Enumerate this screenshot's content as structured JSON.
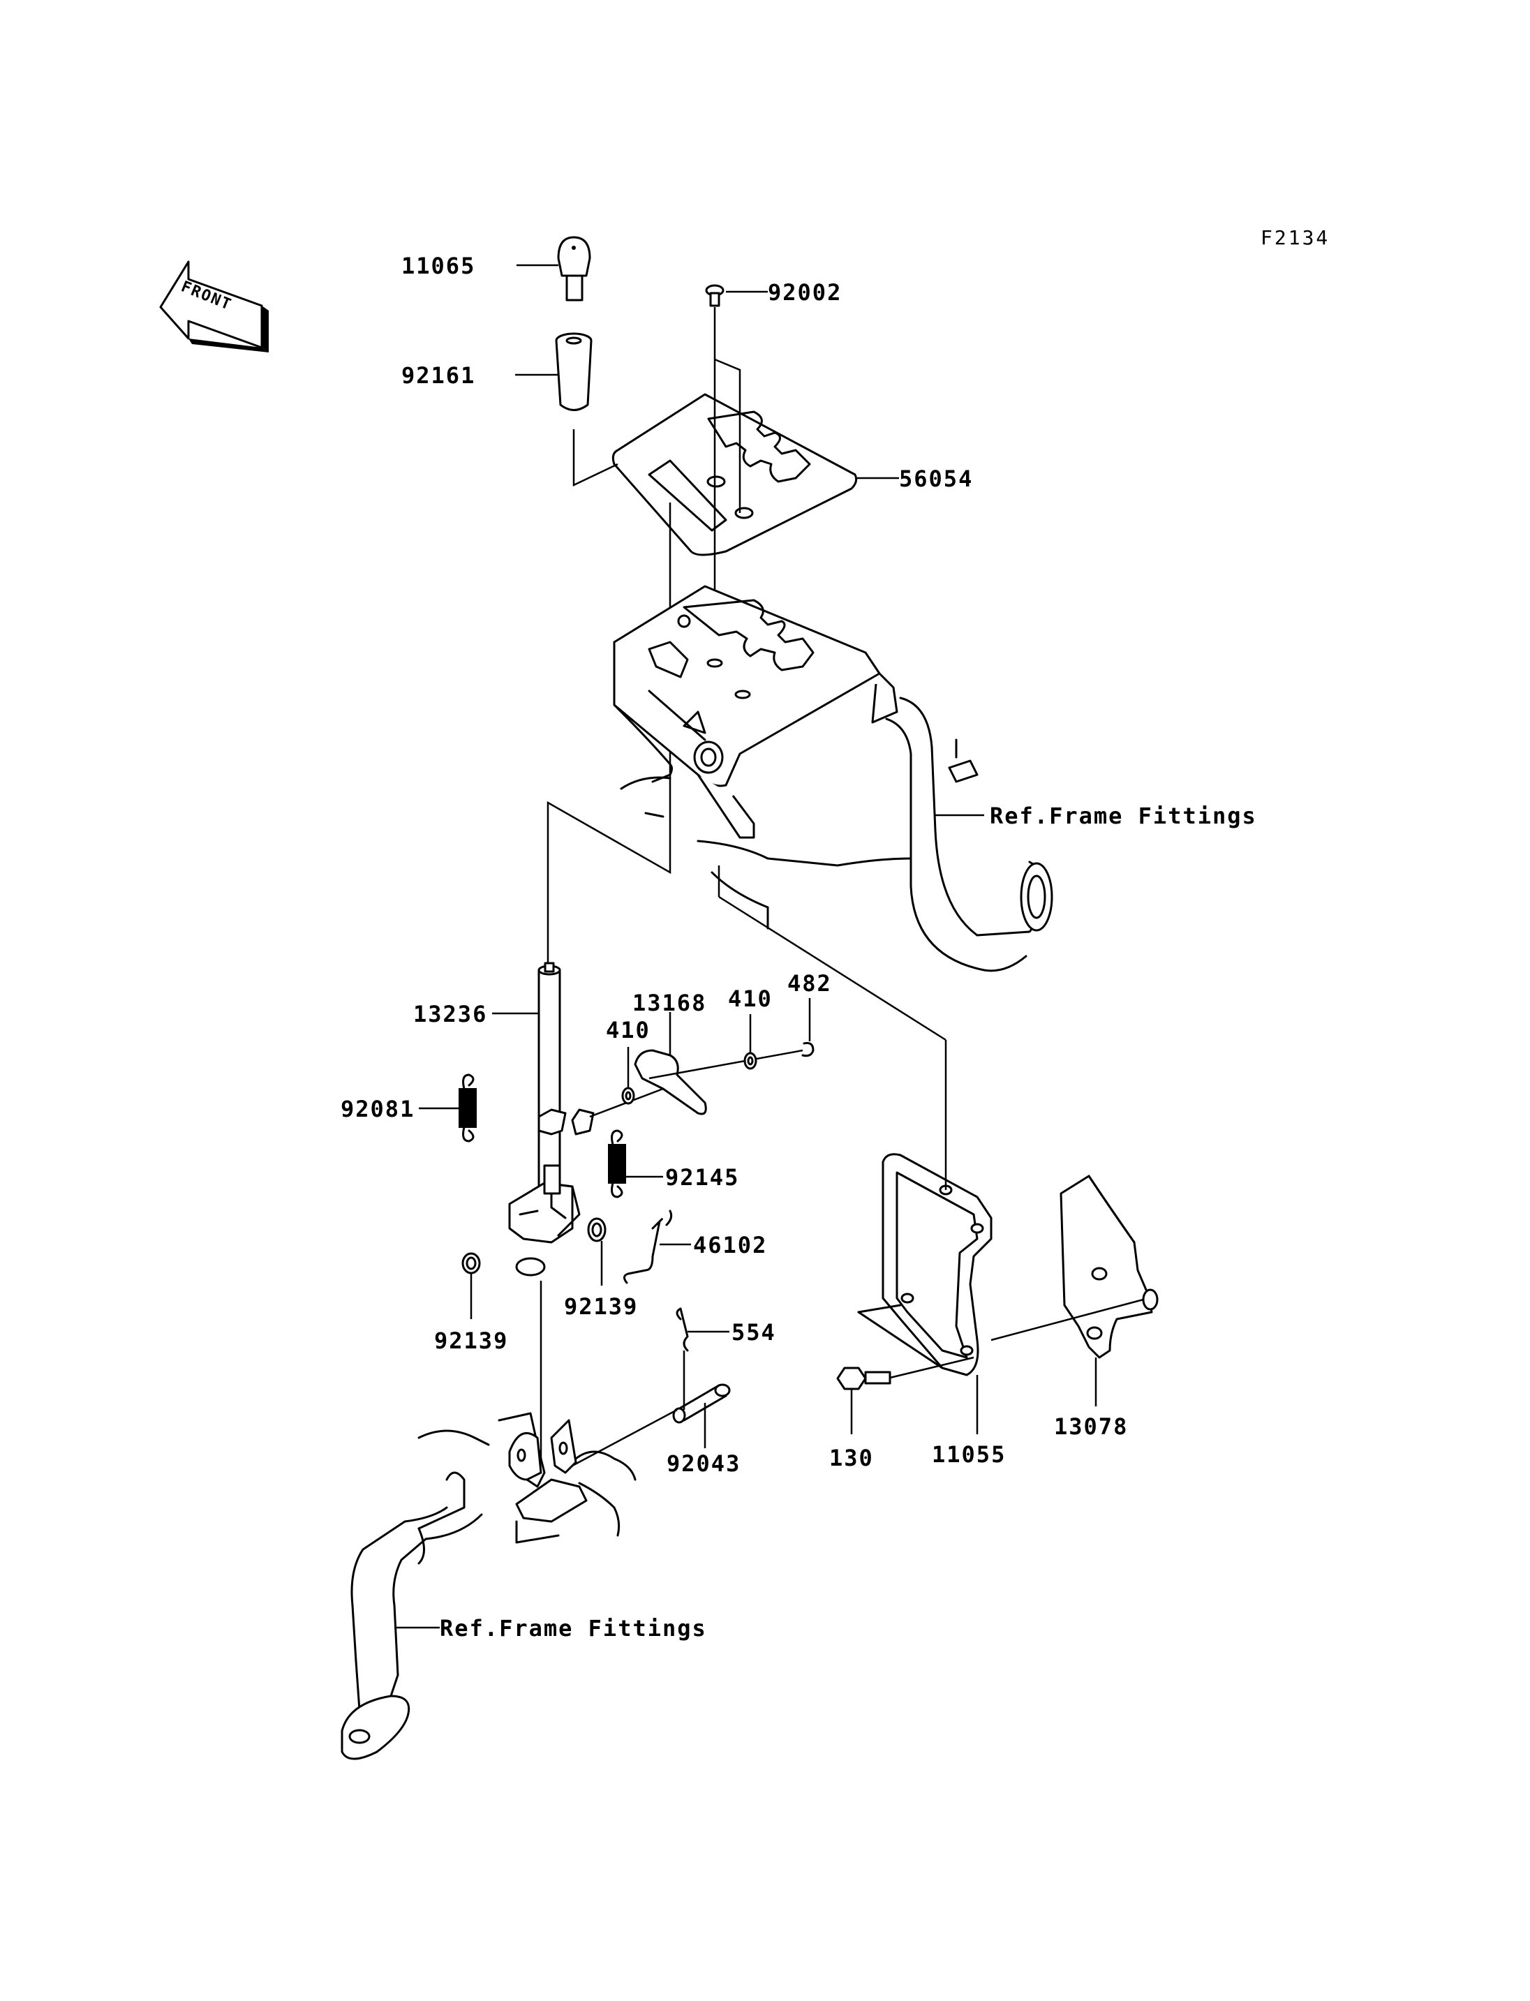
{
  "figure_code": "F2134",
  "front_label": "FRONT",
  "parts": {
    "p11065": "11065",
    "p92161": "92161",
    "p92002": "92002",
    "p56054": "56054",
    "p13236": "13236",
    "p13168": "13168",
    "p410a": "410",
    "p410b": "410",
    "p482": "482",
    "p92081": "92081",
    "p92145": "92145",
    "p46102": "46102",
    "p92139a": "92139",
    "p92139b": "92139",
    "p554": "554",
    "p92043": "92043",
    "p130": "130",
    "p11055": "11055",
    "p13078": "13078"
  },
  "refs": {
    "frame_upper": "Ref.Frame Fittings",
    "frame_lower": "Ref.Frame Fittings"
  }
}
